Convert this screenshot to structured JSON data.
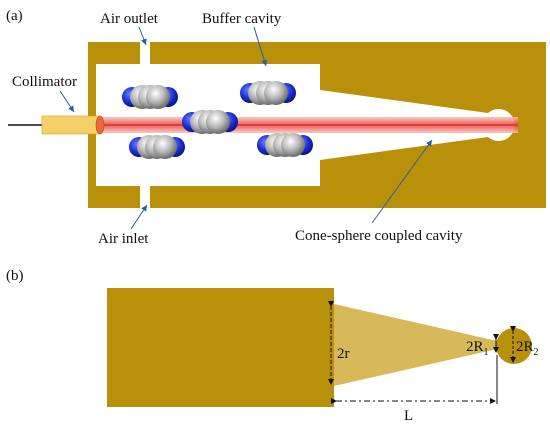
{
  "panel_a": {
    "tag": "(a)",
    "labels": {
      "air_outlet": "Air outlet",
      "buffer_cavity": "Buffer cavity",
      "collimator": "Collimator",
      "air_inlet": "Air inlet",
      "cone_sphere": "Cone-sphere coupled cavity"
    }
  },
  "panel_b": {
    "tag": "(b)",
    "labels": {
      "two_r": "2r",
      "two_R1_main": "2R",
      "two_R1_sub": "1",
      "two_R2_main": "2R",
      "two_R2_sub": "2",
      "L": "L"
    }
  },
  "colors": {
    "body": "#b8900a",
    "cone_b": "#d8b95a",
    "laser": "#f08a80",
    "laser_core": "#e8403a",
    "collimator": "#f5cf6a",
    "molecule_gray": "#b0b0b0",
    "molecule_blue": "#1a2fd6",
    "arrow_blue": "#2a5db0"
  }
}
